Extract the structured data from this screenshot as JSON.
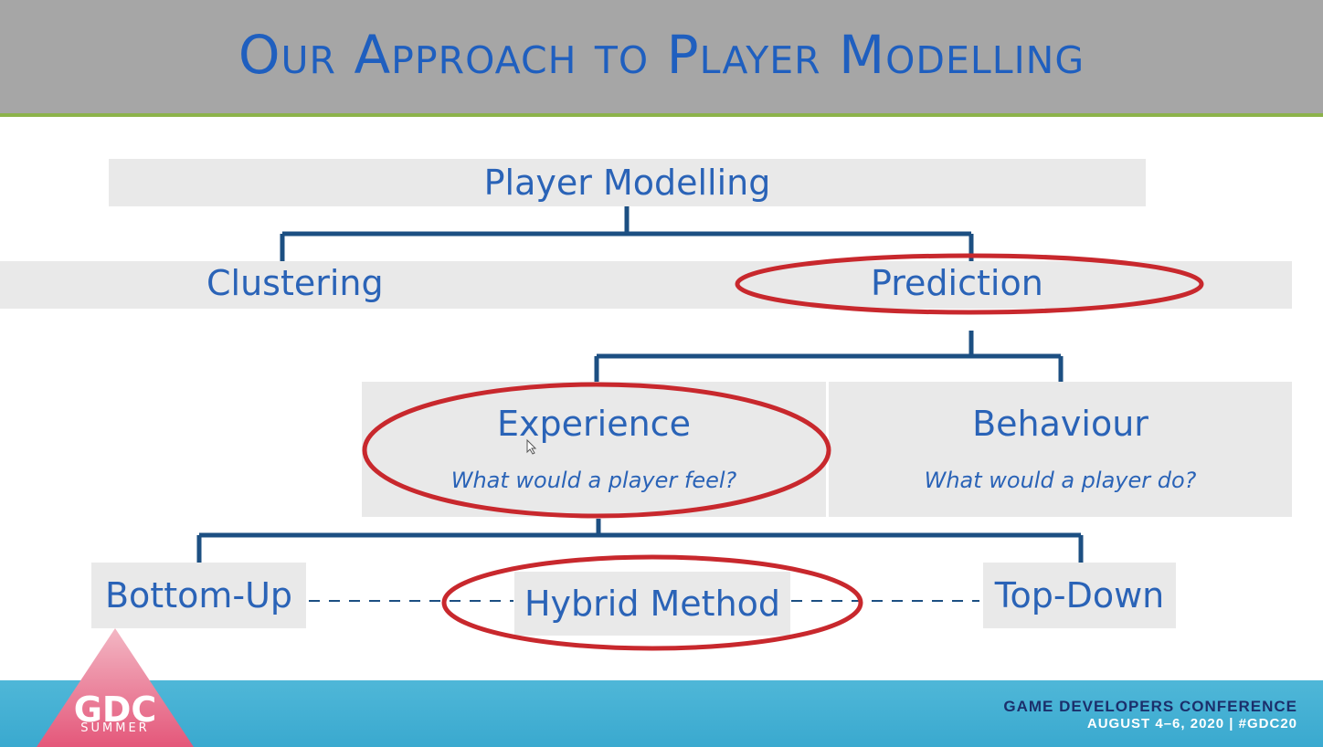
{
  "slide": {
    "title": "Our Approach to Player Modelling"
  },
  "diagram": {
    "root": "Player Modelling",
    "level1": [
      "Clustering",
      "Prediction"
    ],
    "level2": [
      {
        "label": "Experience",
        "sub": "What would a player feel?"
      },
      {
        "label": "Behaviour",
        "sub": "What would a player do?"
      }
    ],
    "level3": [
      "Bottom-Up",
      "Hybrid Method",
      "Top-Down"
    ],
    "highlighted": [
      "Prediction",
      "Experience",
      "Hybrid Method"
    ],
    "highlight_color": "#c8282d",
    "connector_color": "#1c4f82"
  },
  "footer": {
    "logo_text": "GDC",
    "logo_sub": "SUMMER",
    "conference": "GAME DEVELOPERS CONFERENCE",
    "date": "AUGUST 4–6, 2020 | #GDC20"
  }
}
